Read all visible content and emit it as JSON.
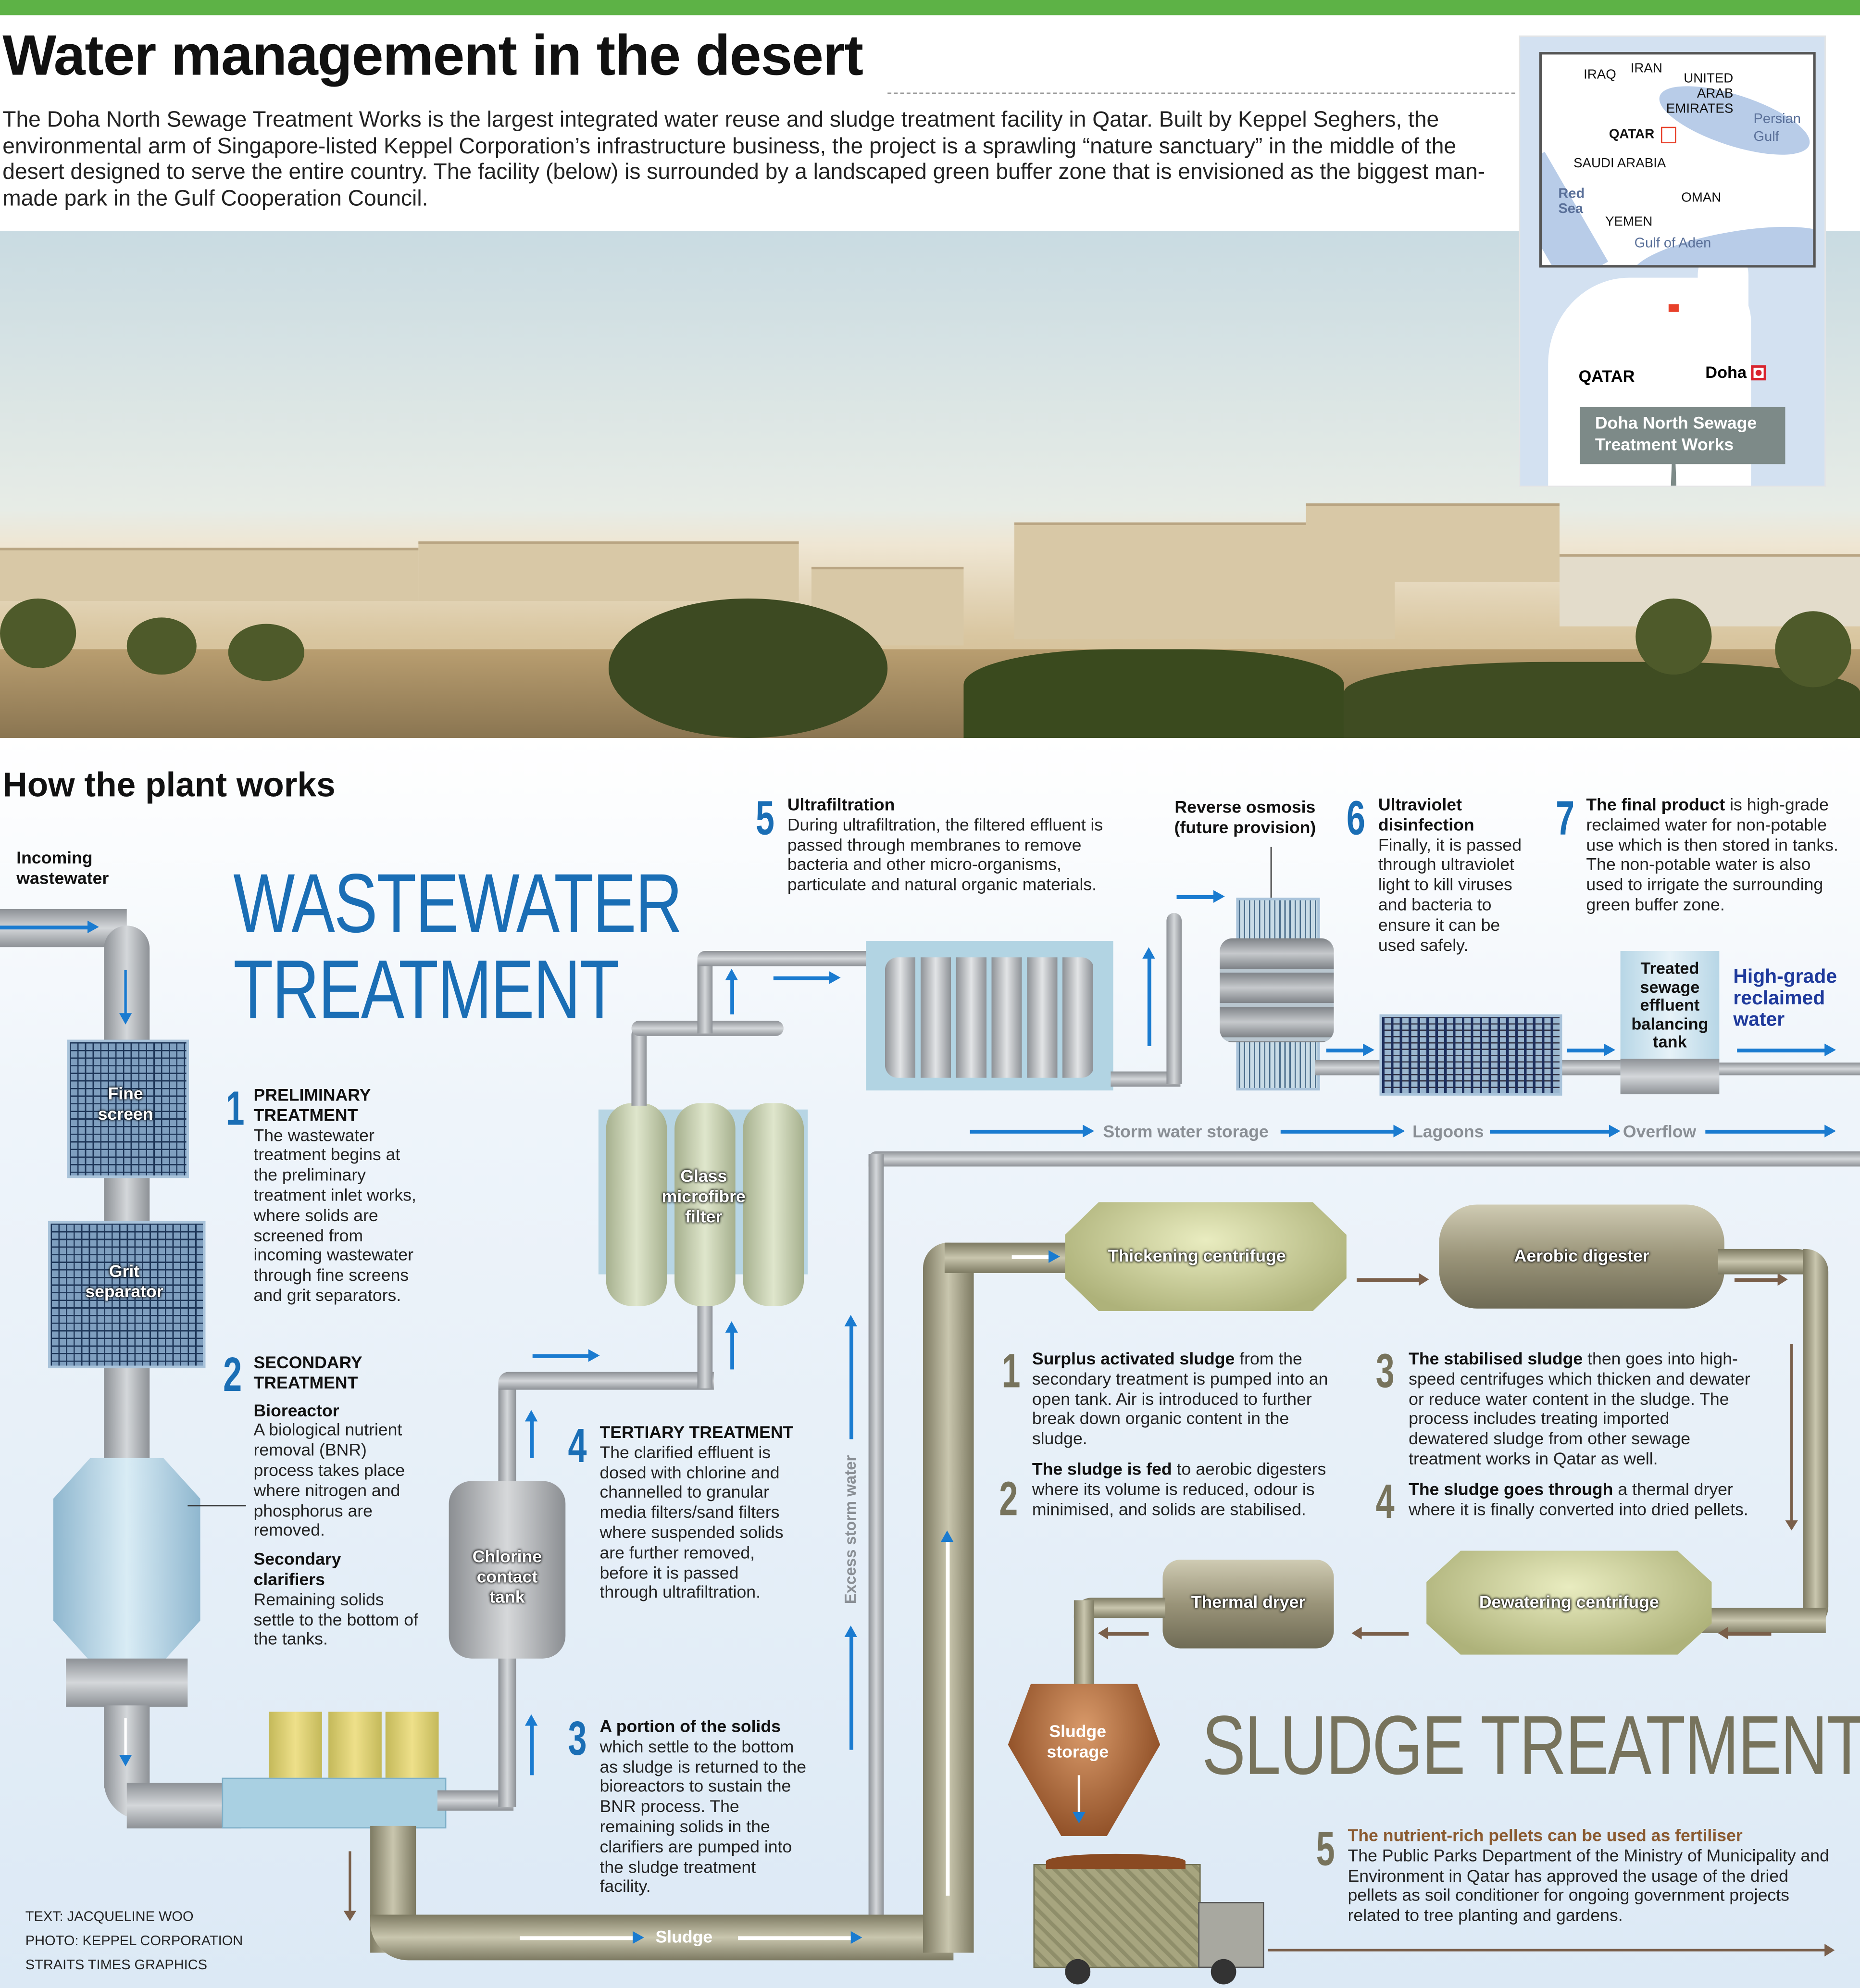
{
  "header": {
    "title": "Water management in the desert",
    "intro": "The Doha North Sewage Treatment Works is the largest integrated water reuse and sludge treatment facility in Qatar. Built by Keppel Seghers, the environmental arm of Singapore-listed Keppel Corporation’s infrastructure business, the project is a sprawling “nature sanctuary” in the middle of the desert designed to serve the entire country. The facility (below) is surrounded by a landscaped green buffer zone that is envisioned as the biggest man-made park in the Gulf Cooperation Council."
  },
  "map": {
    "inset": {
      "iraq": "IRAQ",
      "iran": "IRAN",
      "uae": [
        "UNITED",
        "ARAB",
        "EMIRATES"
      ],
      "qatar": "QATAR",
      "saudi": "SAUDI ARABIA",
      "red_sea": [
        "Red",
        "Sea"
      ],
      "oman": "OMAN",
      "yemen": "YEMEN",
      "gulf_aden": "Gulf of Aden"
    },
    "persian_gulf": [
      "Persian",
      "Gulf"
    ],
    "qatar": "QATAR",
    "doha": "Doha",
    "site": [
      "Doha North Sewage",
      "Treatment Works"
    ],
    "colors": {
      "marker": "#e8402a",
      "sea": "#d3e1f1",
      "label_box": "#7d8a88"
    }
  },
  "section_title": "How the plant works",
  "wastewater_title": [
    "WASTEWATER",
    "TREATMENT"
  ],
  "sludge_title": "SLUDGE TREATMENT",
  "incoming": [
    "Incoming",
    "wastewater"
  ],
  "equipment": {
    "fine_screen": [
      "Fine",
      "screen"
    ],
    "grit": [
      "Grit",
      "separator"
    ],
    "glass": [
      "Glass",
      "microfibre",
      "filter"
    ],
    "chlorine": [
      "Chlorine",
      "contact",
      "tank"
    ],
    "tank": [
      "Treated",
      "sewage",
      "effluent",
      "balancing",
      "tank"
    ],
    "thickening": "Thickening centrifuge",
    "aerobic": "Aerobic digester",
    "thermal": "Thermal dryer",
    "dewatering": "Dewatering centrifuge",
    "sludge_storage": [
      "Sludge",
      "storage"
    ]
  },
  "high_grade": [
    "High-grade",
    "reclaimed",
    "water"
  ],
  "flows": {
    "storm": "Storm water storage",
    "lagoons": "Lagoons",
    "overflow": "Overflow",
    "excess": "Excess storm water",
    "sludge": "Sludge"
  },
  "ww_steps": {
    "s1": {
      "num": "1",
      "title": [
        "PRELIMINARY",
        "TREATMENT"
      ],
      "body": "The wastewater treatment begins at the preliminary treatment inlet works, where solids are screened from incoming wastewater through fine screens and grit separators."
    },
    "s2": {
      "num": "2",
      "title": [
        "SECONDARY",
        "TREATMENT"
      ],
      "sub1": "Bioreactor",
      "body1": "A biological nutrient removal (BNR) process takes place where nitrogen and phosphorus are removed.",
      "sub2": [
        "Secondary",
        "clarifiers"
      ],
      "body2": "Remaining solids settle to the bottom of the tanks."
    },
    "s3": {
      "num": "3",
      "bold": "A portion of the solids",
      "body": "which settle to the bottom as sludge is returned to the bioreactors to sustain the BNR process. The remaining solids in the clarifiers are pumped into the sludge treatment facility."
    },
    "s4": {
      "num": "4",
      "title": "TERTIARY TREATMENT",
      "body": "The clarified effluent is dosed with chlorine and channelled to granular media filters/sand filters where suspended solids are further removed, before it is passed through ultrafiltration."
    },
    "s5": {
      "num": "5",
      "title": "Ultrafiltration",
      "body": "During ultrafiltration, the filtered effluent is passed through membranes to remove bacteria and other micro-organisms, particulate and natural organic materials."
    },
    "ro": [
      "Reverse osmosis",
      "(future provision)"
    ],
    "s6": {
      "num": "6",
      "title": [
        "Ultraviolet",
        "disinfection"
      ],
      "body": "Finally, it is passed through ultraviolet light to kill viruses and bacteria to ensure it can be used safely."
    },
    "s7": {
      "num": "7",
      "bold": "The final product",
      "body": "is high-grade reclaimed water for non-potable use which is then stored in tanks. The non-potable water is also used to irrigate the surrounding green buffer zone."
    }
  },
  "sl_steps": {
    "s1": {
      "num": "1",
      "bold": "Surplus activated sludge",
      "body": "from the secondary treatment is pumped into an open tank. Air is introduced to further break down organic content in the sludge."
    },
    "s2": {
      "num": "2",
      "bold": "The sludge is fed",
      "body": "to aerobic digesters where its volume is reduced, odour is minimised, and solids are stabilised."
    },
    "s3": {
      "num": "3",
      "bold": "The stabilised sludge",
      "body": "then goes into high-speed centrifuges which thicken and dewater or reduce water content in the sludge. The process includes treating imported dewatered sludge from other sewage treatment works in Qatar as well."
    },
    "s4": {
      "num": "4",
      "bold": "The sludge goes through",
      "body": "a thermal dryer where it is finally converted into dried pellets."
    },
    "s5": {
      "num": "5",
      "title": "The nutrient-rich pellets can be used as fertiliser",
      "body": "The Public Parks Department of the Ministry of Municipality and Environment in Qatar has approved the usage of the dried pellets as soil conditioner for ongoing government projects related to tree planting and gardens."
    }
  },
  "credits": [
    "TEXT: JACQUELINE WOO",
    "PHOTO: KEPPEL CORPORATION",
    "STRAITS TIMES GRAPHICS"
  ],
  "colors": {
    "accent_green": "#5db246",
    "water_blue": "#1a6eb5",
    "sludge_brown": "#77735c",
    "fertiliser_brown": "#7a5330"
  }
}
